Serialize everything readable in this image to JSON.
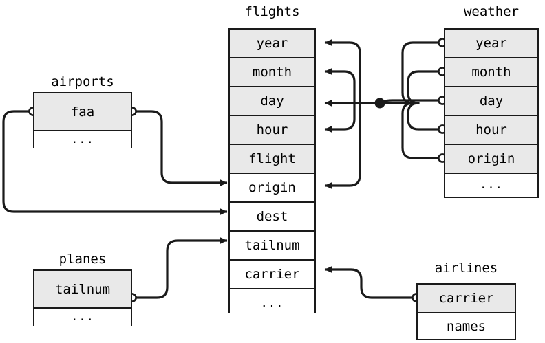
{
  "diagram": {
    "kind": "entity-relationship-diagram",
    "background_color": "#ffffff",
    "key_field_color": "#e9e9e9",
    "line_color": "#1a1a1a",
    "ellipsis": "..."
  },
  "tables": {
    "airports": {
      "title": "airports",
      "fields": [
        {
          "label": "faa",
          "key": true
        },
        {
          "label": "...",
          "key": false
        }
      ]
    },
    "planes": {
      "title": "planes",
      "fields": [
        {
          "label": "tailnum",
          "key": true
        },
        {
          "label": "...",
          "key": false
        }
      ]
    },
    "flights": {
      "title": "flights",
      "fields": [
        {
          "label": "year",
          "key": true
        },
        {
          "label": "month",
          "key": true
        },
        {
          "label": "day",
          "key": true
        },
        {
          "label": "hour",
          "key": true
        },
        {
          "label": "flight",
          "key": true
        },
        {
          "label": "origin",
          "key": false
        },
        {
          "label": "dest",
          "key": false
        },
        {
          "label": "tailnum",
          "key": false
        },
        {
          "label": "carrier",
          "key": false
        },
        {
          "label": "...",
          "key": false
        }
      ]
    },
    "weather": {
      "title": "weather",
      "fields": [
        {
          "label": "year",
          "key": true
        },
        {
          "label": "month",
          "key": true
        },
        {
          "label": "day",
          "key": true
        },
        {
          "label": "hour",
          "key": true
        },
        {
          "label": "origin",
          "key": true
        },
        {
          "label": "...",
          "key": false
        }
      ]
    },
    "airlines": {
      "title": "airlines",
      "fields": [
        {
          "label": "carrier",
          "key": true
        },
        {
          "label": "names",
          "key": false
        }
      ]
    }
  },
  "relationships": [
    {
      "name": "weather-to-flights-year",
      "from": "weather.year",
      "to": "flights.year"
    },
    {
      "name": "weather-to-flights-month",
      "from": "weather.month",
      "to": "flights.month"
    },
    {
      "name": "weather-to-flights-day",
      "from": "weather.day",
      "to": "flights.day"
    },
    {
      "name": "weather-to-flights-hour",
      "from": "weather.hour",
      "to": "flights.hour"
    },
    {
      "name": "weather-to-flights-origin",
      "from": "weather.origin",
      "to": "flights.origin"
    },
    {
      "name": "airports-to-flights-origin",
      "from": "airports.faa",
      "to": "flights.origin"
    },
    {
      "name": "airports-to-flights-dest",
      "from": "airports.faa",
      "to": "flights.dest"
    },
    {
      "name": "planes-to-flights-tailnum",
      "from": "planes.tailnum",
      "to": "flights.tailnum"
    },
    {
      "name": "airlines-to-flights-carrier",
      "from": "airlines.carrier",
      "to": "flights.carrier"
    }
  ]
}
